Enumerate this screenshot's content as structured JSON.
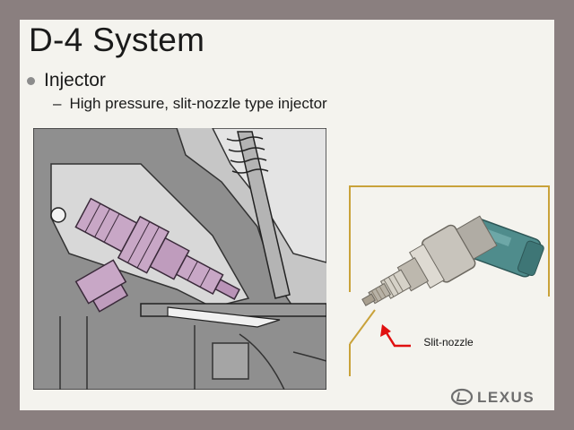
{
  "slide": {
    "title": "D-4 System",
    "bullet": "Injector",
    "sub_bullet_marker": "–",
    "sub_bullet": "High pressure, slit-nozzle type injector"
  },
  "photo": {
    "callout_label": "Slit-nozzle"
  },
  "logo": {
    "brand": "LEXUS"
  },
  "colors": {
    "frame": "#8a7f7f",
    "slide_bg": "#f4f3ee",
    "injector_body": "#c9a8c6",
    "callout_arrow": "#e01010",
    "photo_border": "#c9a23a"
  }
}
